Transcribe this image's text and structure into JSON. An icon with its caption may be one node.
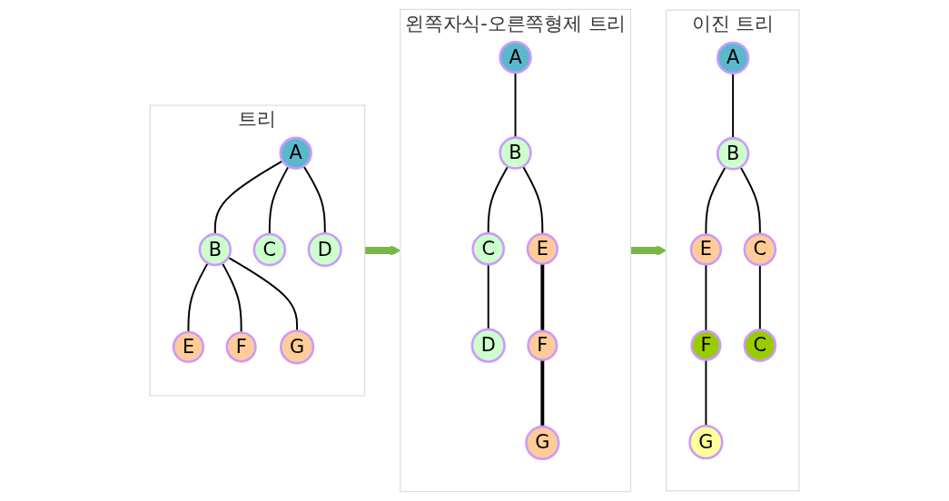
{
  "diagram": {
    "nodes": [
      {
        "text": [
          "트리"
        ]
      },
      {
        "text": [
          "A"
        ],
        "in": 0
      },
      {
        "text": [
          "B"
        ],
        "in": 0
      },
      {
        "text": [
          "C"
        ],
        "in": 0
      },
      {
        "text": [
          "D"
        ],
        "in": 0
      },
      {
        "text": [
          "E"
        ],
        "in": 0
      },
      {
        "text": [
          "F"
        ],
        "in": 0
      },
      {
        "text": [
          "G"
        ],
        "in": 0
      },
      {
        "text": [
          "왼쪽자식-오른쪽형제 트리"
        ]
      },
      {
        "text": [
          "A"
        ],
        "in": 8
      },
      {
        "text": [
          "B"
        ],
        "in": 8
      },
      {
        "text": [
          "C"
        ],
        "in": 8
      },
      {
        "text": [
          "D"
        ],
        "in": 8
      },
      {
        "text": [
          "E"
        ],
        "in": 8
      },
      {
        "text": [
          "F"
        ],
        "in": 8
      },
      {
        "text": [
          "G"
        ],
        "in": 8
      },
      {
        "text": [
          "이진 트리"
        ]
      },
      {
        "text": [
          "A"
        ],
        "in": 16
      },
      {
        "text": [
          "B"
        ],
        "in": 16
      },
      {
        "text": [
          "E"
        ],
        "in": 16
      },
      {
        "text": [
          "C"
        ],
        "in": 16
      },
      {
        "text": [
          "F"
        ],
        "in": 16
      },
      {
        "text": [
          "C"
        ],
        "in": 16
      },
      {
        "text": [
          "G"
        ],
        "in": 16
      }
    ],
    "edges": [
      {
        "from": 1,
        "to": 2,
        "arrow": "none"
      },
      {
        "from": 1,
        "to": 3,
        "arrow": "none"
      },
      {
        "from": 1,
        "to": 4,
        "arrow": "none"
      },
      {
        "from": 2,
        "to": 5,
        "arrow": "none"
      },
      {
        "from": 2,
        "to": 6,
        "arrow": "none"
      },
      {
        "from": 2,
        "to": 7,
        "arrow": "none"
      },
      {
        "from": 9,
        "to": 10,
        "arrow": "none"
      },
      {
        "from": 10,
        "to": 11,
        "arrow": "none"
      },
      {
        "from": 11,
        "to": 12,
        "arrow": "none"
      },
      {
        "from": 10,
        "to": 13,
        "arrow": "none"
      },
      {
        "from": 13,
        "to": 14,
        "arrow": "none",
        "style": "thick"
      },
      {
        "from": 14,
        "to": 15,
        "arrow": "none",
        "style": "thick"
      },
      {
        "from": 17,
        "to": 18,
        "arrow": "none"
      },
      {
        "from": 18,
        "to": 19,
        "arrow": "none"
      },
      {
        "from": 18,
        "to": 20,
        "arrow": "none"
      },
      {
        "from": 19,
        "to": 21,
        "arrow": "none"
      },
      {
        "from": 20,
        "to": 22,
        "arrow": "none"
      },
      {
        "from": 21,
        "to": 23,
        "arrow": "none"
      },
      {
        "from": 0,
        "to": 8,
        "arrow": "to",
        "style": "thick",
        "color": "#7ab648"
      },
      {
        "from": 8,
        "to": 16,
        "arrow": "to",
        "style": "thick",
        "color": "#7ab648"
      }
    ]
  }
}
